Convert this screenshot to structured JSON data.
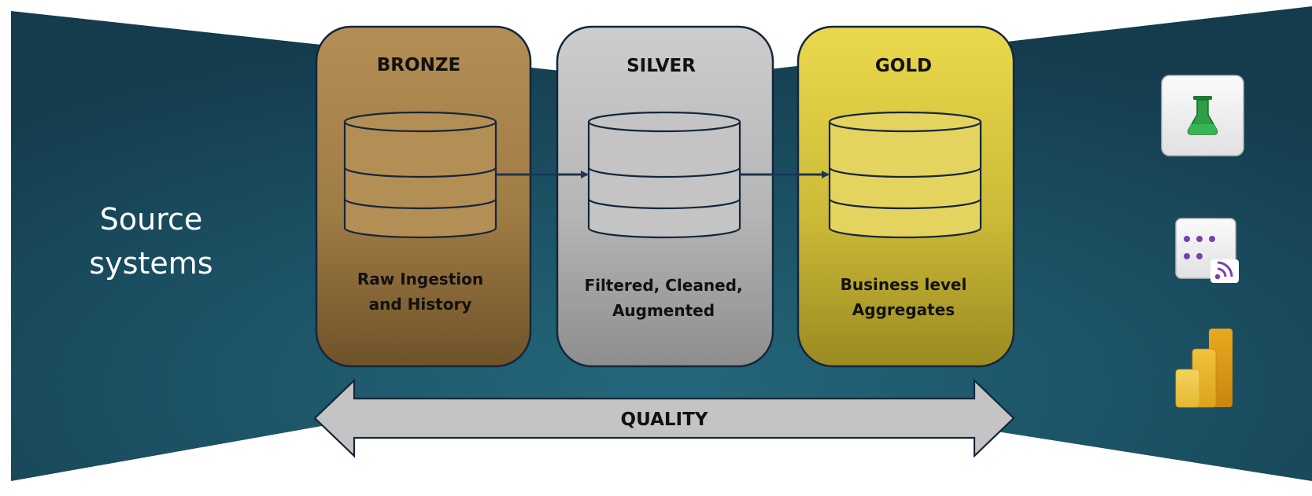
{
  "source": {
    "line1": "Source",
    "line2": "systems"
  },
  "layers": [
    {
      "title": "BRONZE",
      "desc_line1": "Raw Ingestion",
      "desc_line2": "and History",
      "color_top": "#b38e55",
      "color_bottom": "#6e5229",
      "db_fill": "#b38e55"
    },
    {
      "title": "SILVER",
      "desc_line1": "Filtered, Cleaned,",
      "desc_line2": "Augmented",
      "color_top": "#c9c9c9",
      "color_bottom": "#8e8e8e",
      "db_fill": "#c4c4c4"
    },
    {
      "title": "GOLD",
      "desc_line1": "Business level",
      "desc_line2": "Aggregates",
      "color_top": "#e8d64e",
      "color_bottom": "#9a8a20",
      "db_fill": "#e4d35e"
    }
  ],
  "quality_label": "QUALITY",
  "consumers": [
    {
      "icon": "flask-icon",
      "name": "data-science-tile"
    },
    {
      "icon": "realtime-icon",
      "name": "realtime-analytics-tile"
    },
    {
      "icon": "power-bi-icon",
      "name": "power-bi-logo"
    }
  ],
  "colors": {
    "band_dark": "#153f50",
    "band_light": "#24677c",
    "outline": "#14263a",
    "arrow": "#1e3458",
    "quality_fill": "#c4c4c4"
  }
}
